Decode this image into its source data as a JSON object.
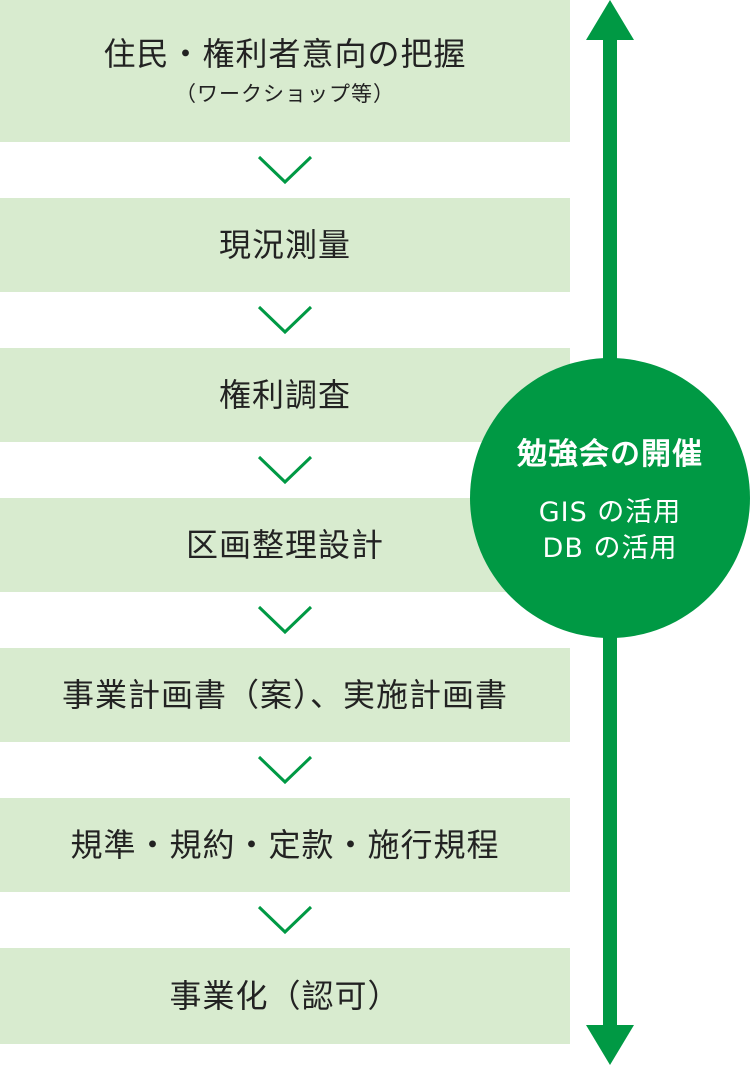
{
  "steps": [
    {
      "main": "住民・権利者意向の把握",
      "sub": "（ワークショップ等）"
    },
    {
      "main": "現況測量"
    },
    {
      "main": "権利調査"
    },
    {
      "main": "区画整理設計"
    },
    {
      "main": "事業計画書（案）、実施計画書"
    },
    {
      "main": "規準・規約・定款・施行規程"
    },
    {
      "main": "事業化（認可）"
    }
  ],
  "circle": {
    "title": "勉強会の開催",
    "lines": [
      "GIS の活用",
      "DB の活用"
    ]
  },
  "colors": {
    "box_fill": "#d8ebcf",
    "accent_green": "#009944",
    "text": "#222222"
  },
  "icons": {
    "chevron": "chevron-down-icon",
    "arrow": "double-headed-arrow"
  }
}
